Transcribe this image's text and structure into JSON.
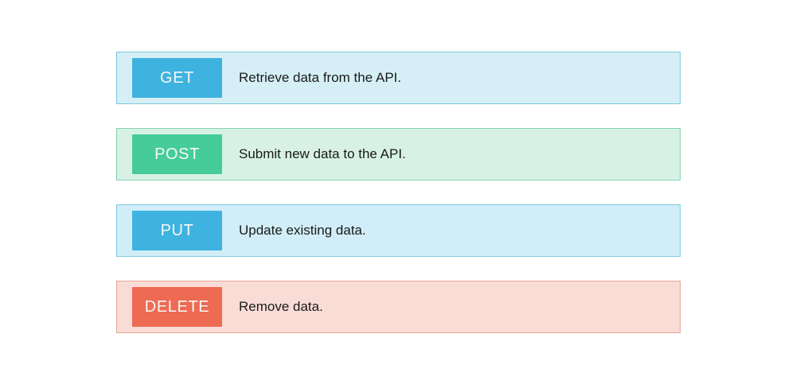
{
  "page": {
    "background_color": "#ffffff",
    "description_text_color": "#1a1a1a",
    "badge_text_color": "#f6f8f7"
  },
  "methods": [
    {
      "method": "GET",
      "description": "Retrieve data from the API.",
      "badge_color": "#3fb3e0",
      "row_background": "#d6eff7",
      "row_border_color": "#7fc9e0"
    },
    {
      "method": "POST",
      "description": "Submit new data to the API.",
      "badge_color": "#45cc99",
      "row_background": "#d7f2e5",
      "row_border_color": "#86d2b4"
    },
    {
      "method": "PUT",
      "description": "Update existing data.",
      "badge_color": "#3fb3e0",
      "row_background": "#d1edf8",
      "row_border_color": "#7fc9e0"
    },
    {
      "method": "DELETE",
      "description": "Remove data.",
      "badge_color": "#ee6a53",
      "row_background": "#fadcd7",
      "row_border_color": "#e8a598"
    }
  ]
}
